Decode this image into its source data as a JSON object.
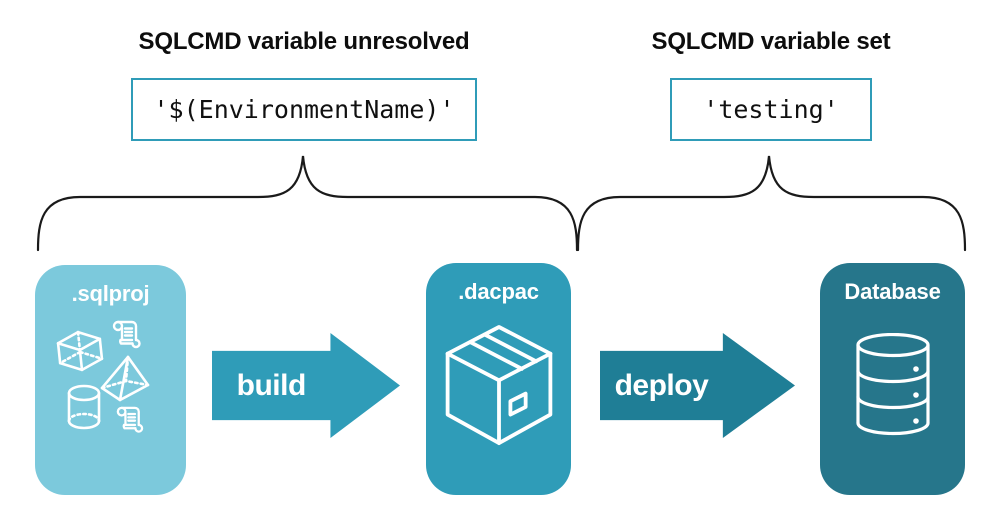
{
  "annotations": {
    "left": {
      "heading": "SQLCMD variable unresolved",
      "code": "'$(EnvironmentName)'"
    },
    "right": {
      "heading": "SQLCMD variable set",
      "code": "'testing'"
    }
  },
  "pipeline": {
    "nodes": [
      {
        "label": ".sqlproj",
        "icon": "sql-objects-icon"
      },
      {
        "label": ".dacpac",
        "icon": "package-box-icon"
      },
      {
        "label": "Database",
        "icon": "database-cylinder-icon"
      }
    ],
    "arrows": [
      {
        "label": "build"
      },
      {
        "label": "deploy"
      }
    ]
  },
  "colors": {
    "canvas_bg": "#ffffff",
    "sqlproj_bg": "#7cc9dc",
    "dacpac_bg": "#2f9cb8",
    "database_bg": "#26768b",
    "build_arrow": "#2f9cb8",
    "deploy_arrow": "#1f7e96",
    "code_border": "#2f9cb8",
    "code_bg": "#ffffff",
    "heading_text": "#0d0d0d",
    "node_text": "#ffffff",
    "brace": "#1a1a1a"
  }
}
